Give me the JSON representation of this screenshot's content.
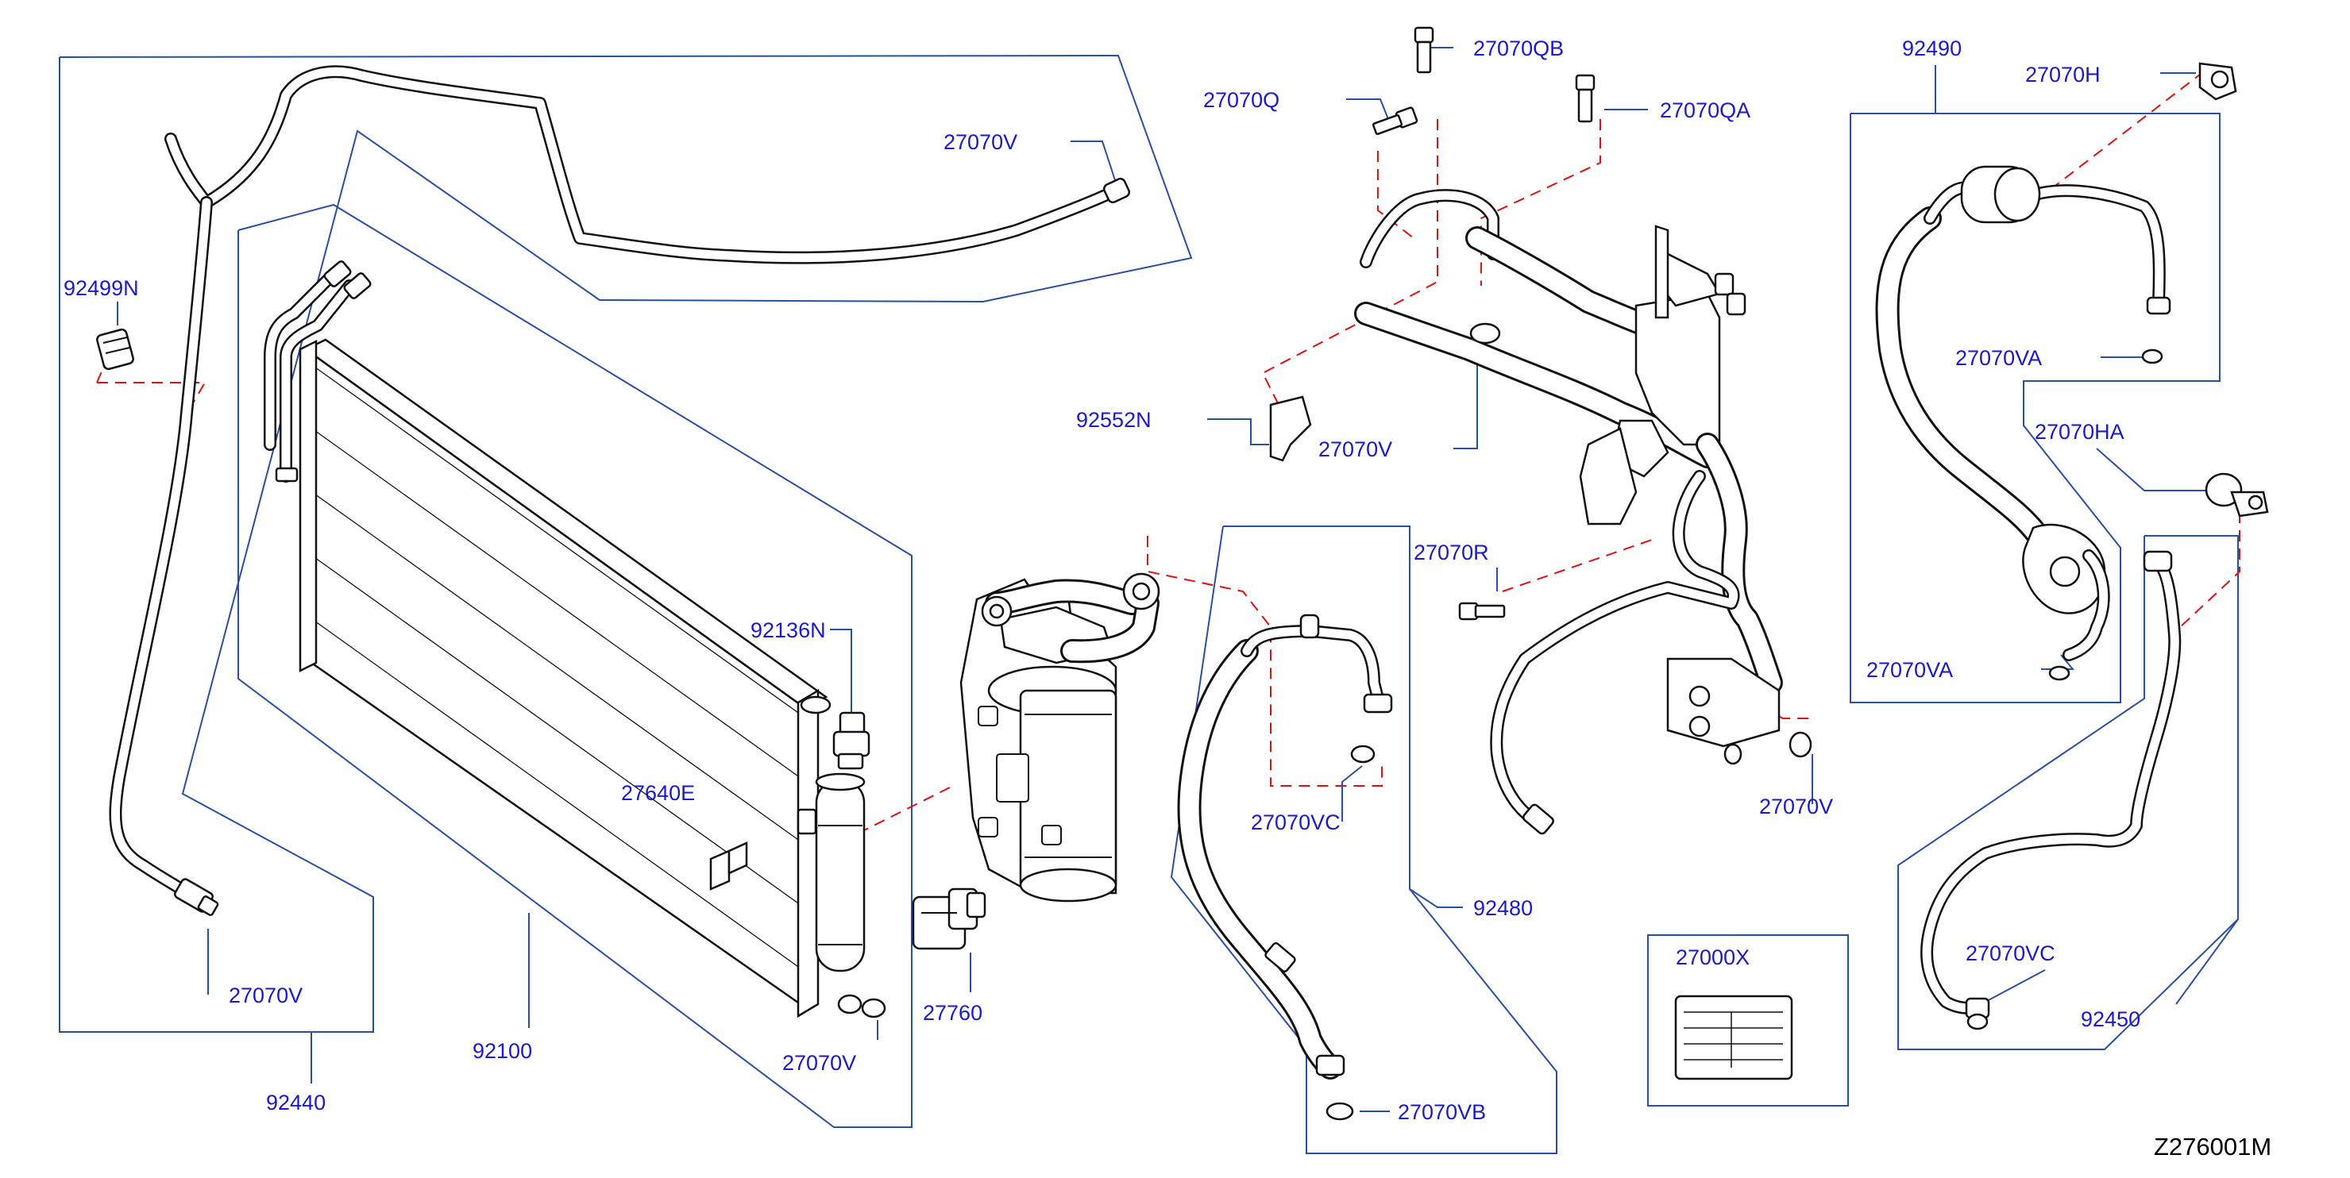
{
  "diagram": {
    "callouts": {
      "c92499N": "92499N",
      "c27070V_a": "27070V",
      "c27070Q": "27070Q",
      "c27070QB": "27070QB",
      "c27070QA": "27070QA",
      "c92490": "92490",
      "c27070H": "27070H",
      "c27070VA_a": "27070VA",
      "c27070HA": "27070HA",
      "c92552N": "92552N",
      "c27070V_b": "27070V",
      "c27070R": "27070R",
      "c92136N": "92136N",
      "c27640E": "27640E",
      "c27070VC_a": "27070VC",
      "c27070VA_b": "27070VA",
      "c27070V_c": "27070V",
      "c92480": "92480",
      "c27000X": "27000X",
      "c27070VC_b": "27070VC",
      "c92450": "92450",
      "c27070V_d": "27070V",
      "c27760": "27760",
      "c27070V_e": "27070V",
      "c27070VB": "27070VB",
      "c92100": "92100",
      "c92440": "92440"
    },
    "diagram_code": "Z276001M"
  }
}
